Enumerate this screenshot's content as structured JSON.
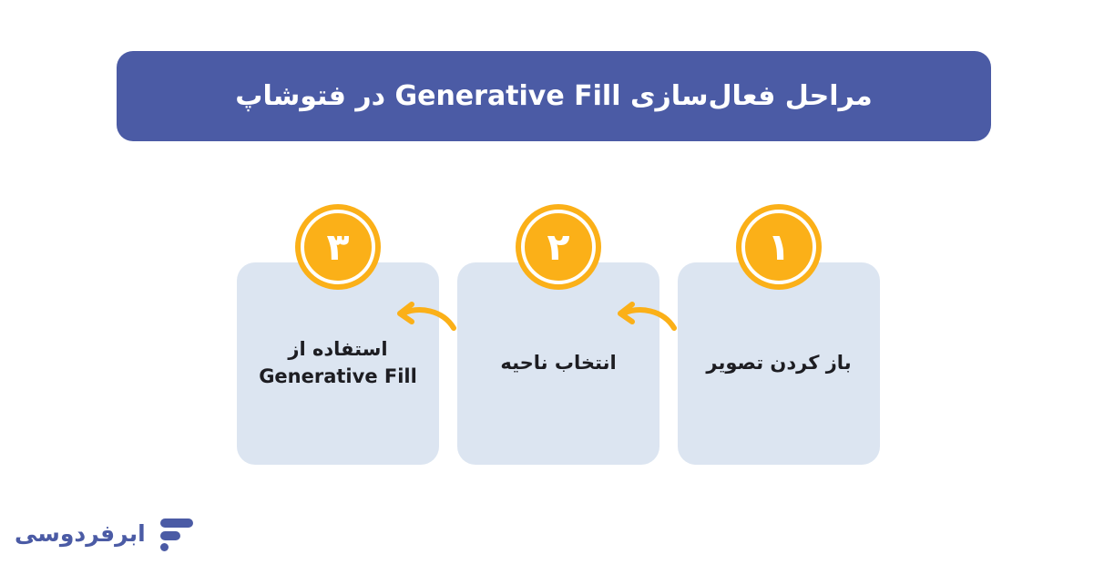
{
  "background_color": "#ffffff",
  "header": {
    "title": "مراحل فعال‌سازی Generative Fill در فتوشاپ",
    "background_color": "#4b5ba5",
    "text_color": "#ffffff"
  },
  "steps": {
    "card_color": "#dce5f1",
    "badge_color": "#fbb018",
    "badge_ring_color": "#ffffff",
    "label_color": "#1d1d22",
    "arrow_color": "#fbb018",
    "flow_direction": "right-to-left",
    "items": [
      {
        "number": "۱",
        "number_latin": "1",
        "label": "باز کردن تصویر",
        "label_line_1": "باز کردن تصویر",
        "label_line_2": ""
      },
      {
        "number": "۲",
        "number_latin": "2",
        "label": "انتخاب ناحیه",
        "label_line_1": "انتخاب ناحیه",
        "label_line_2": ""
      },
      {
        "number": "۳",
        "number_latin": "3",
        "label": "استفاده از Generative Fill",
        "label_line_1": "استفاده از",
        "label_line_2": "Generative Fill"
      }
    ]
  },
  "arrows": [
    {
      "name": "arrow-step-1-to-2",
      "direction": "left",
      "color": "#fbb018"
    },
    {
      "name": "arrow-step-2-to-3",
      "direction": "left",
      "color": "#fbb018"
    }
  ],
  "logo": {
    "text": "ابرفردوسی",
    "color": "#4b5ba5",
    "mark": "three-bars-icon"
  }
}
